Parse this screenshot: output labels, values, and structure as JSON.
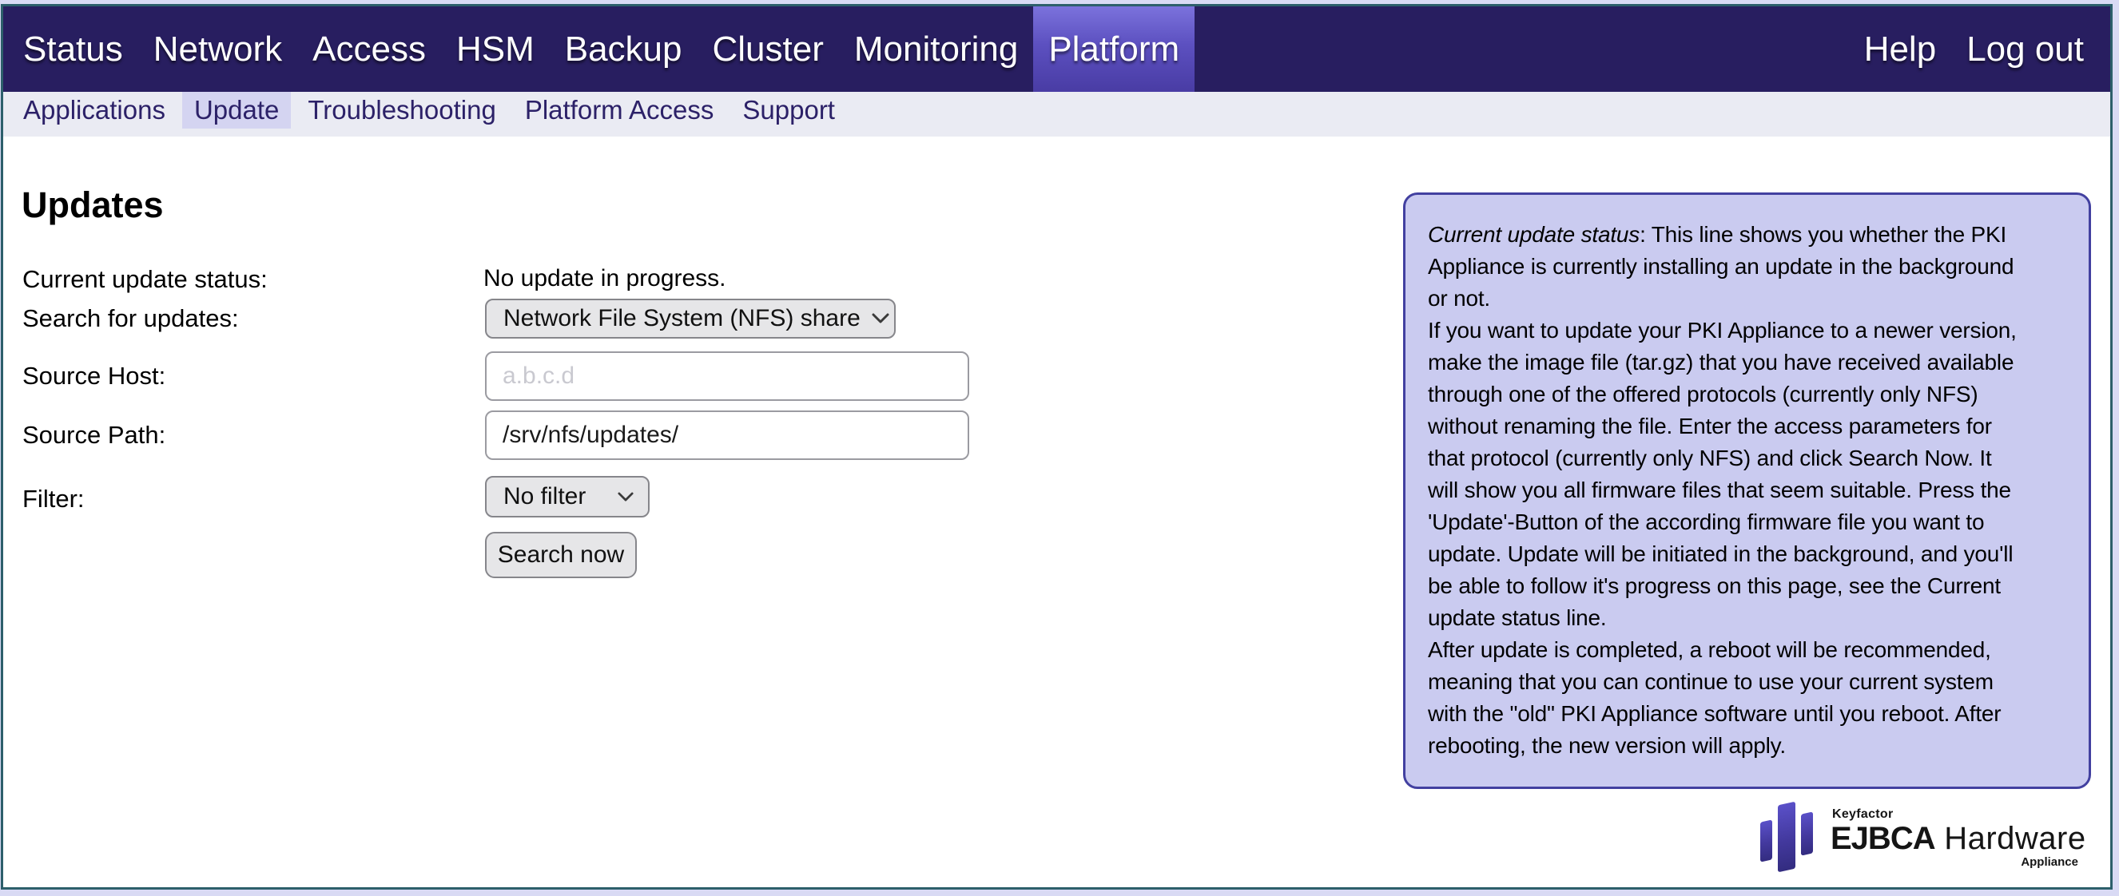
{
  "window": {
    "outer_bg": "#d9daf4",
    "frame_border_color": "#2d5f6b"
  },
  "main_nav": {
    "bg_color": "#281e60",
    "active_gradient_top": "#7b72dc",
    "active_gradient_bottom": "#493ca4",
    "items": [
      "Status",
      "Network",
      "Access",
      "HSM",
      "Backup",
      "Cluster",
      "Monitoring",
      "Platform"
    ],
    "active_item": "Platform",
    "help_label": "Help",
    "logout_label": "Log out"
  },
  "sub_nav": {
    "bg_color": "#eaebf3",
    "active_bg_color": "#d4d4f1",
    "text_color": "#2c2168",
    "items": [
      "Applications",
      "Update",
      "Troubleshooting",
      "Platform Access",
      "Support"
    ],
    "active_item": "Update"
  },
  "page": {
    "title": "Updates"
  },
  "form": {
    "status_label": "Current update status:",
    "status_value": "No update in progress.",
    "search_label": "Search for updates:",
    "search_selected_option": "Network File System (NFS) share",
    "host_label": "Source Host:",
    "host_placeholder": "a.b.c.d",
    "path_label": "Source Path:",
    "path_value": "/srv/nfs/updates/",
    "filter_label": "Filter:",
    "filter_selected_option": "No filter",
    "submit_label": "Search now"
  },
  "help": {
    "bg_color": "#cacbf0",
    "border_color": "#4240a0",
    "intro_italic": "Current update status",
    "lines": [
      ": This line shows you whether the PKI",
      "Appliance is currently installing an update in the background",
      "or not.",
      "If you want to update your PKI Appliance to a newer version,",
      "make the image file (tar.gz) that you have received available",
      "through one of the offered protocols (currently only NFS)",
      "without renaming the file. Enter the access parameters for",
      "that protocol (currently only NFS) and click Search Now. It",
      "will show you all firmware files that seem suitable. Press the",
      "'Update'-Button of the according firmware file you want to",
      "update. Update will be initiated in the background, and you'll",
      "be able to follow it's progress on this page, see the Current",
      "update status line.",
      "After update is completed, a reboot will be recommended,",
      "meaning that you can continue to use your current system",
      "with the \"old\" PKI Appliance software until you reboot. After",
      "rebooting, the new version will apply."
    ]
  },
  "logo": {
    "brand": "Keyfactor",
    "product_bold": "EJBCA",
    "product_regular": "Hardware",
    "subtitle": "Appliance",
    "bars_color": "#43399e"
  }
}
